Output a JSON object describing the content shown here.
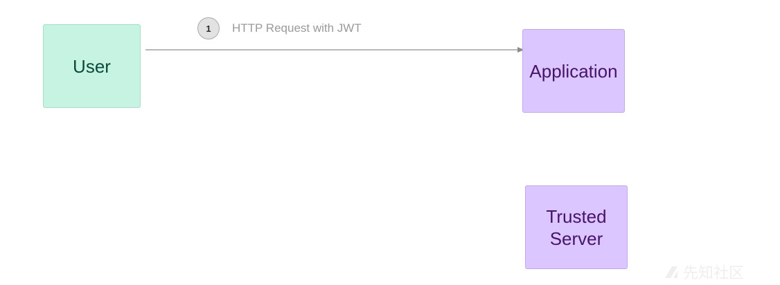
{
  "nodes": {
    "user": {
      "label": "User"
    },
    "application": {
      "label": "Application"
    },
    "trusted_server": {
      "label": "Trusted\nServer"
    }
  },
  "edges": [
    {
      "step": "1",
      "label": "HTTP Request with JWT",
      "from": "User",
      "to": "Application"
    }
  ],
  "watermark": {
    "text": "先知社区"
  },
  "colors": {
    "user_fill": "#c7f4e2",
    "user_text": "#0c4a3c",
    "server_fill": "#dcc6ff",
    "server_text": "#47136b",
    "edge_line": "#8c8c8c",
    "edge_label": "#9a9a9a",
    "badge_fill": "#e2e2e2"
  }
}
